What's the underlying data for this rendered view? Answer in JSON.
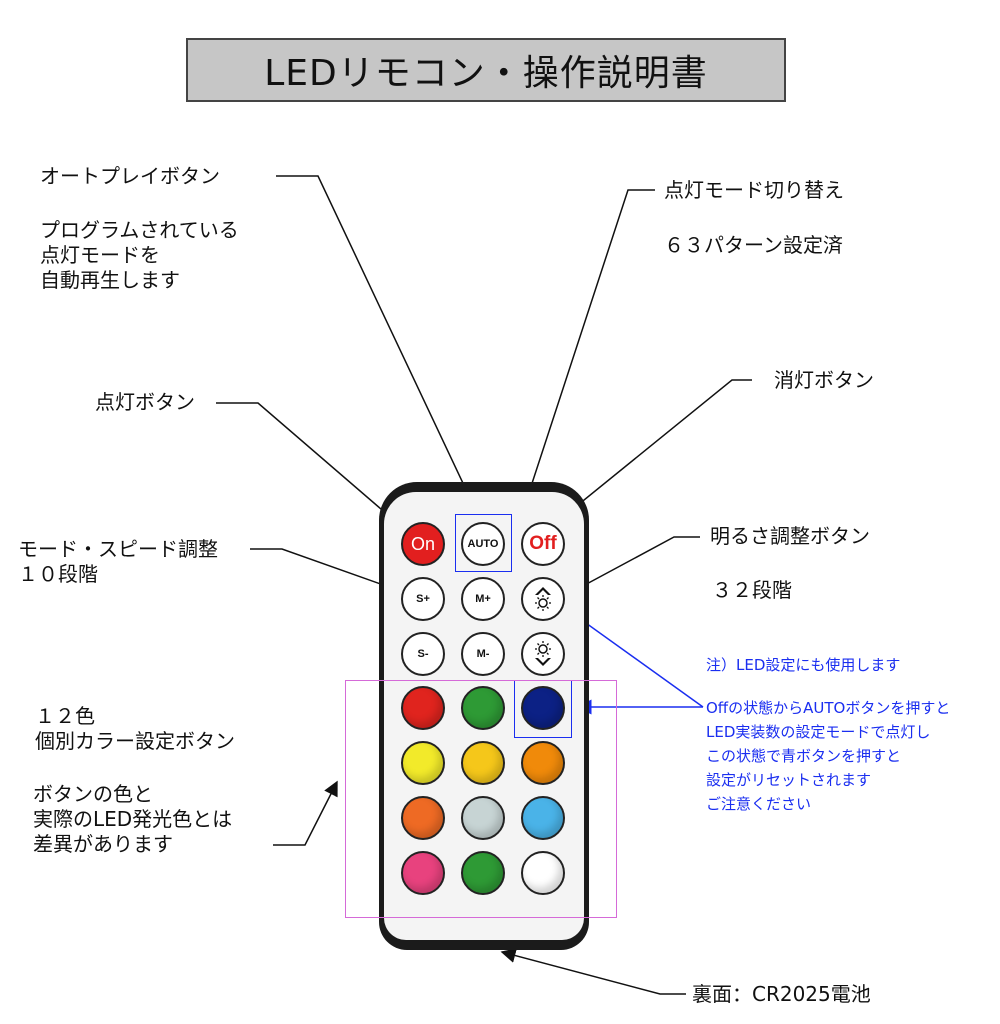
{
  "title": "LEDリモコン・操作説明書",
  "labels": {
    "auto_play": "オートプレイボタン",
    "auto_desc": "プログラムされている\n点灯モードを\n自動再生します",
    "mode_switch": "点灯モード切り替え",
    "patterns": "６３パターン設定済",
    "on_button": "点灯ボタン",
    "off_button": "消灯ボタン",
    "mode_speed": "モード・スピード調整\n１０段階",
    "brightness": "明るさ調整ボタン",
    "brightness_steps": "３２段階",
    "colors": "１２色\n個別カラー設定ボタン",
    "color_note": "ボタンの色と\n実際のLED発光色とは\n差異があります",
    "battery": "裏面：CR2025電池"
  },
  "notes": {
    "note1": "注）LED設定にも使用します",
    "note2": "Offの状態からAUTOボタンを押すと\nLED実装数の設定モードで点灯し\nこの状態で青ボタンを押すと\n設定がリセットされます\nご注意ください"
  },
  "buttons": {
    "on": "On",
    "auto": "AUTO",
    "off": "Off",
    "s_plus": "S+",
    "m_plus": "M+",
    "s_minus": "S-",
    "m_minus": "M-"
  },
  "colors": {
    "accent_blue": "#1a2ef0",
    "highlight_pink": "#d56ad8",
    "buttons": [
      "#e0241e",
      "#2e9a35",
      "#0c2185",
      "#f2ea2a",
      "#f5c71a",
      "#f08a0a",
      "#ee6a24",
      "#c7d4d4",
      "#4ab3e8",
      "#e8427e",
      "#2e9a35",
      "#ffffff"
    ]
  },
  "icons": [
    "brightness-up-icon",
    "brightness-down-icon"
  ]
}
